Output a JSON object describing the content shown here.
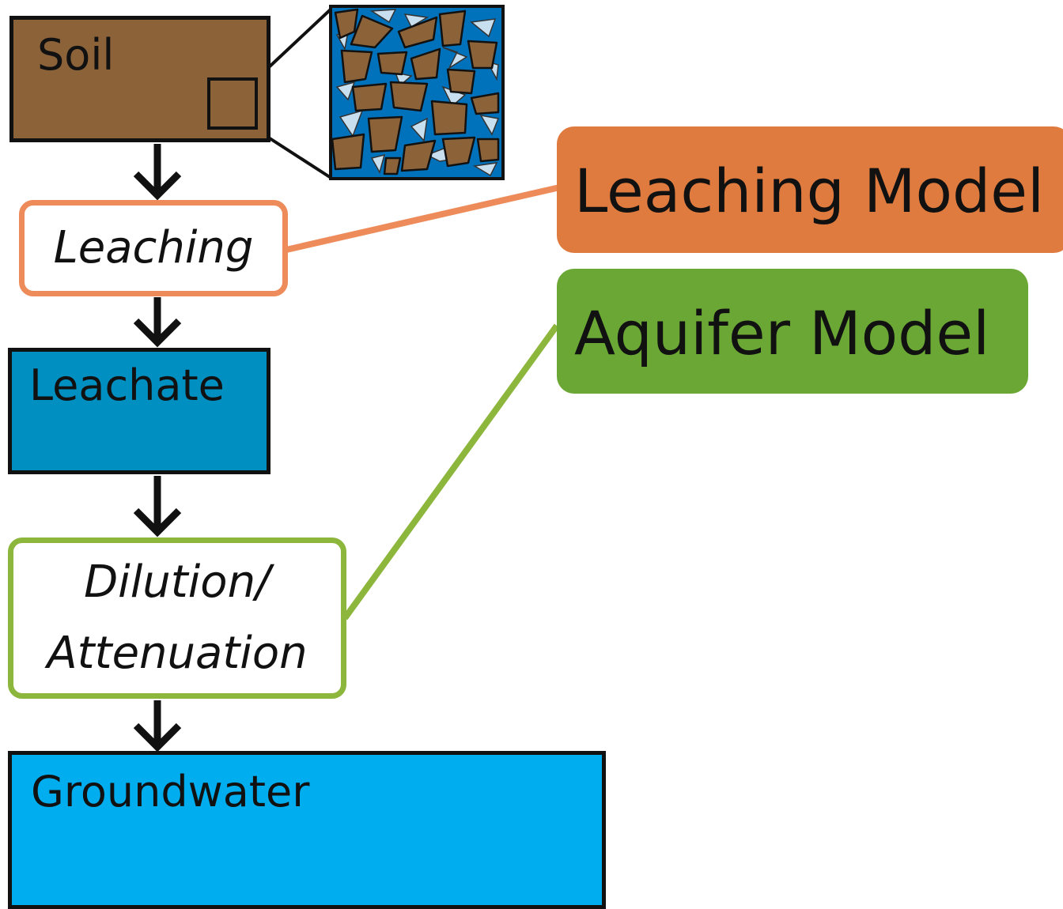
{
  "nodes": {
    "soil": "Soil",
    "leaching": "Leaching",
    "leachate": "Leachate",
    "dilution_line1": "Dilution/",
    "dilution_line2": "Attenuation",
    "groundwater": "Groundwater"
  },
  "models": {
    "leaching_model": "Leaching Model",
    "aquifer_model": "Aquifer Model"
  },
  "icons": {
    "soil_pore_inset": "soil-pore-icon",
    "flow_arrow": "arrow-down-icon"
  },
  "colors": {
    "soil": "#8c6239",
    "leachate": "#008fc1",
    "groundwater": "#00aeef",
    "leaching_accent": "#ee8b5a",
    "leaching_model": "#e07b3f",
    "aquifer_accent": "#8cb63c",
    "aquifer_model": "#6aa734",
    "pore_water": "#0072bc",
    "pore_air": "#c8dff0"
  }
}
